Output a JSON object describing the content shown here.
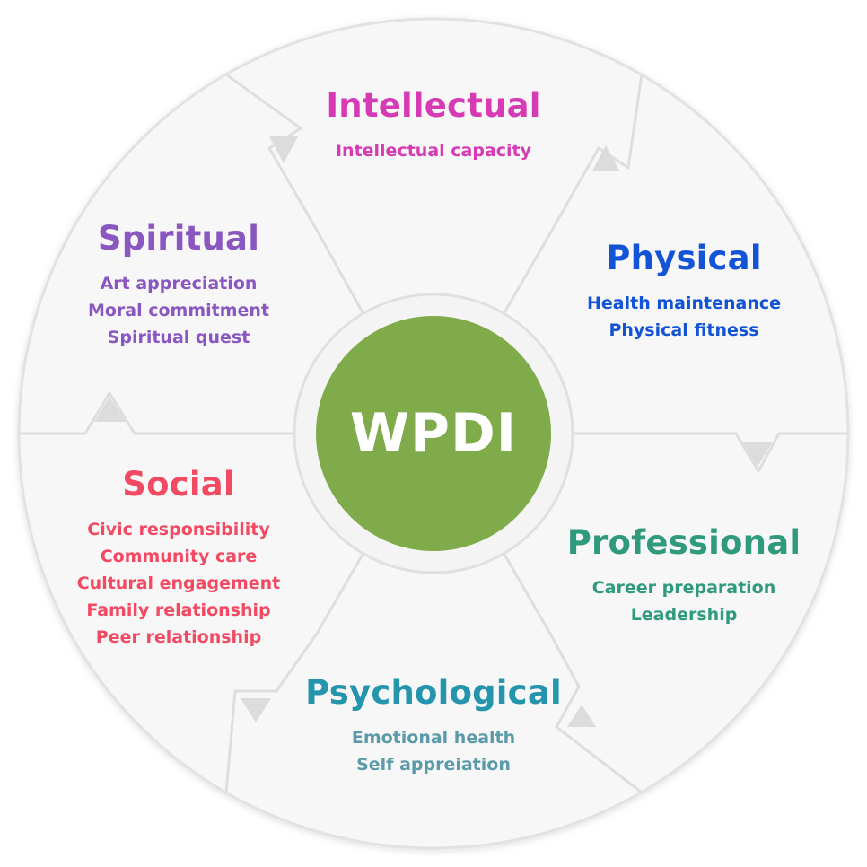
{
  "center": {
    "label": "WPDI",
    "color": "#7fab4a"
  },
  "segments": [
    {
      "id": "intellectual",
      "title": "Intellectual",
      "color": "#d63bb5",
      "items": [
        "Intellectual capacity"
      ]
    },
    {
      "id": "physical",
      "title": "Physical",
      "color": "#1353d6",
      "items": [
        "Health maintenance",
        "Physical fitness"
      ]
    },
    {
      "id": "professional",
      "title": "Professional",
      "color": "#2f9a7c",
      "items": [
        "Career preparation",
        "Leadership"
      ]
    },
    {
      "id": "psychological",
      "title": "Psychological",
      "color": "#2594ad",
      "item_color": "#5a9aa9",
      "items": [
        "Emotional health",
        "Self appreiation"
      ]
    },
    {
      "id": "social",
      "title": "Social",
      "color": "#f24a63",
      "items": [
        "Civic responsibility",
        "Community care",
        "Cultural engagement",
        "Family relationship",
        "Peer relationship"
      ]
    },
    {
      "id": "spiritual",
      "title": "Spiritual",
      "color": "#8a56c0",
      "items": [
        "Art appreciation",
        "Moral commitment",
        "Spiritual quest"
      ]
    }
  ]
}
